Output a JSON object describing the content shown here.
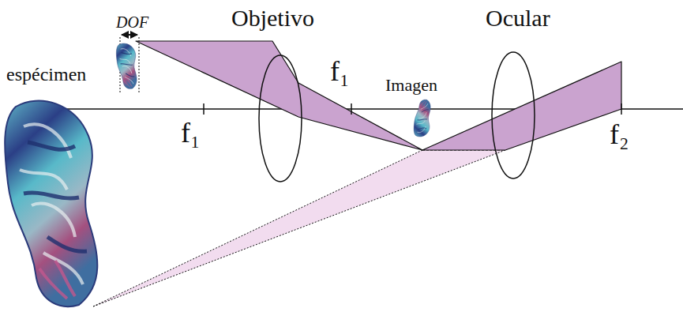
{
  "diagram": {
    "labels": [
      "DOF",
      "Objetivo",
      "Ocular",
      "espécimen",
      "f₁",
      "Imagen",
      "f₁",
      "f₂"
    ]
  }
}
